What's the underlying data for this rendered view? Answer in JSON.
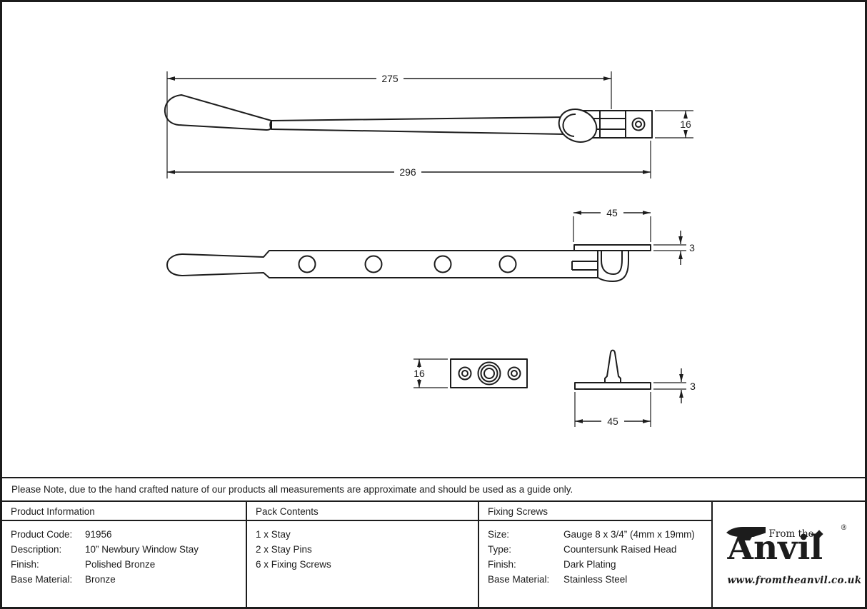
{
  "note": "Please Note, due to the hand crafted nature of our products all measurements are approximate and should be used as a guide only.",
  "drawings": {
    "stay_side_view": {
      "length_to_pivot": "275",
      "overall_length": "296",
      "bracket_height": "16"
    },
    "stay_top_view": {
      "plate_length": "45",
      "plate_thickness": "3"
    },
    "keeper_plate_view": {
      "plate_height": "16"
    },
    "stay_pin_view": {
      "plate_thickness": "3",
      "plate_length": "45"
    }
  },
  "table": {
    "product_information": {
      "header": "Product Information",
      "rows": [
        {
          "label": "Product Code:",
          "value": "91956"
        },
        {
          "label": "Description:",
          "value": "10” Newbury Window Stay"
        },
        {
          "label": "Finish:",
          "value": "Polished Bronze"
        },
        {
          "label": "Base Material:",
          "value": "Bronze"
        }
      ]
    },
    "pack_contents": {
      "header": "Pack Contents",
      "items": [
        "1 x Stay",
        "2 x Stay Pins",
        "6 x Fixing Screws"
      ]
    },
    "fixing_screws": {
      "header": "Fixing Screws",
      "rows": [
        {
          "label": "Size:",
          "value": "Gauge 8 x 3/4” (4mm x 19mm)"
        },
        {
          "label": "Type:",
          "value": "Countersunk Raised Head"
        },
        {
          "label": "Finish:",
          "value": "Dark Plating"
        },
        {
          "label": "Base Material:",
          "value": "Stainless Steel"
        }
      ]
    }
  },
  "logo": {
    "tagline": "From the",
    "brand": "Anvil",
    "registered": "®",
    "website": "www.fromtheanvil.co.uk"
  },
  "colors": {
    "line": "#1c1c1c",
    "background": "#ffffff"
  }
}
